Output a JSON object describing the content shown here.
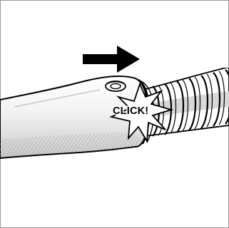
{
  "figure": {
    "callout": "CLICK!",
    "subject": "hose-connection",
    "motion": "push-right",
    "colors": {
      "ink": "#000000",
      "paper": "#ffffff",
      "hose_ring": "#d8d8d8",
      "handle_shade": "#e2e2e2"
    }
  }
}
